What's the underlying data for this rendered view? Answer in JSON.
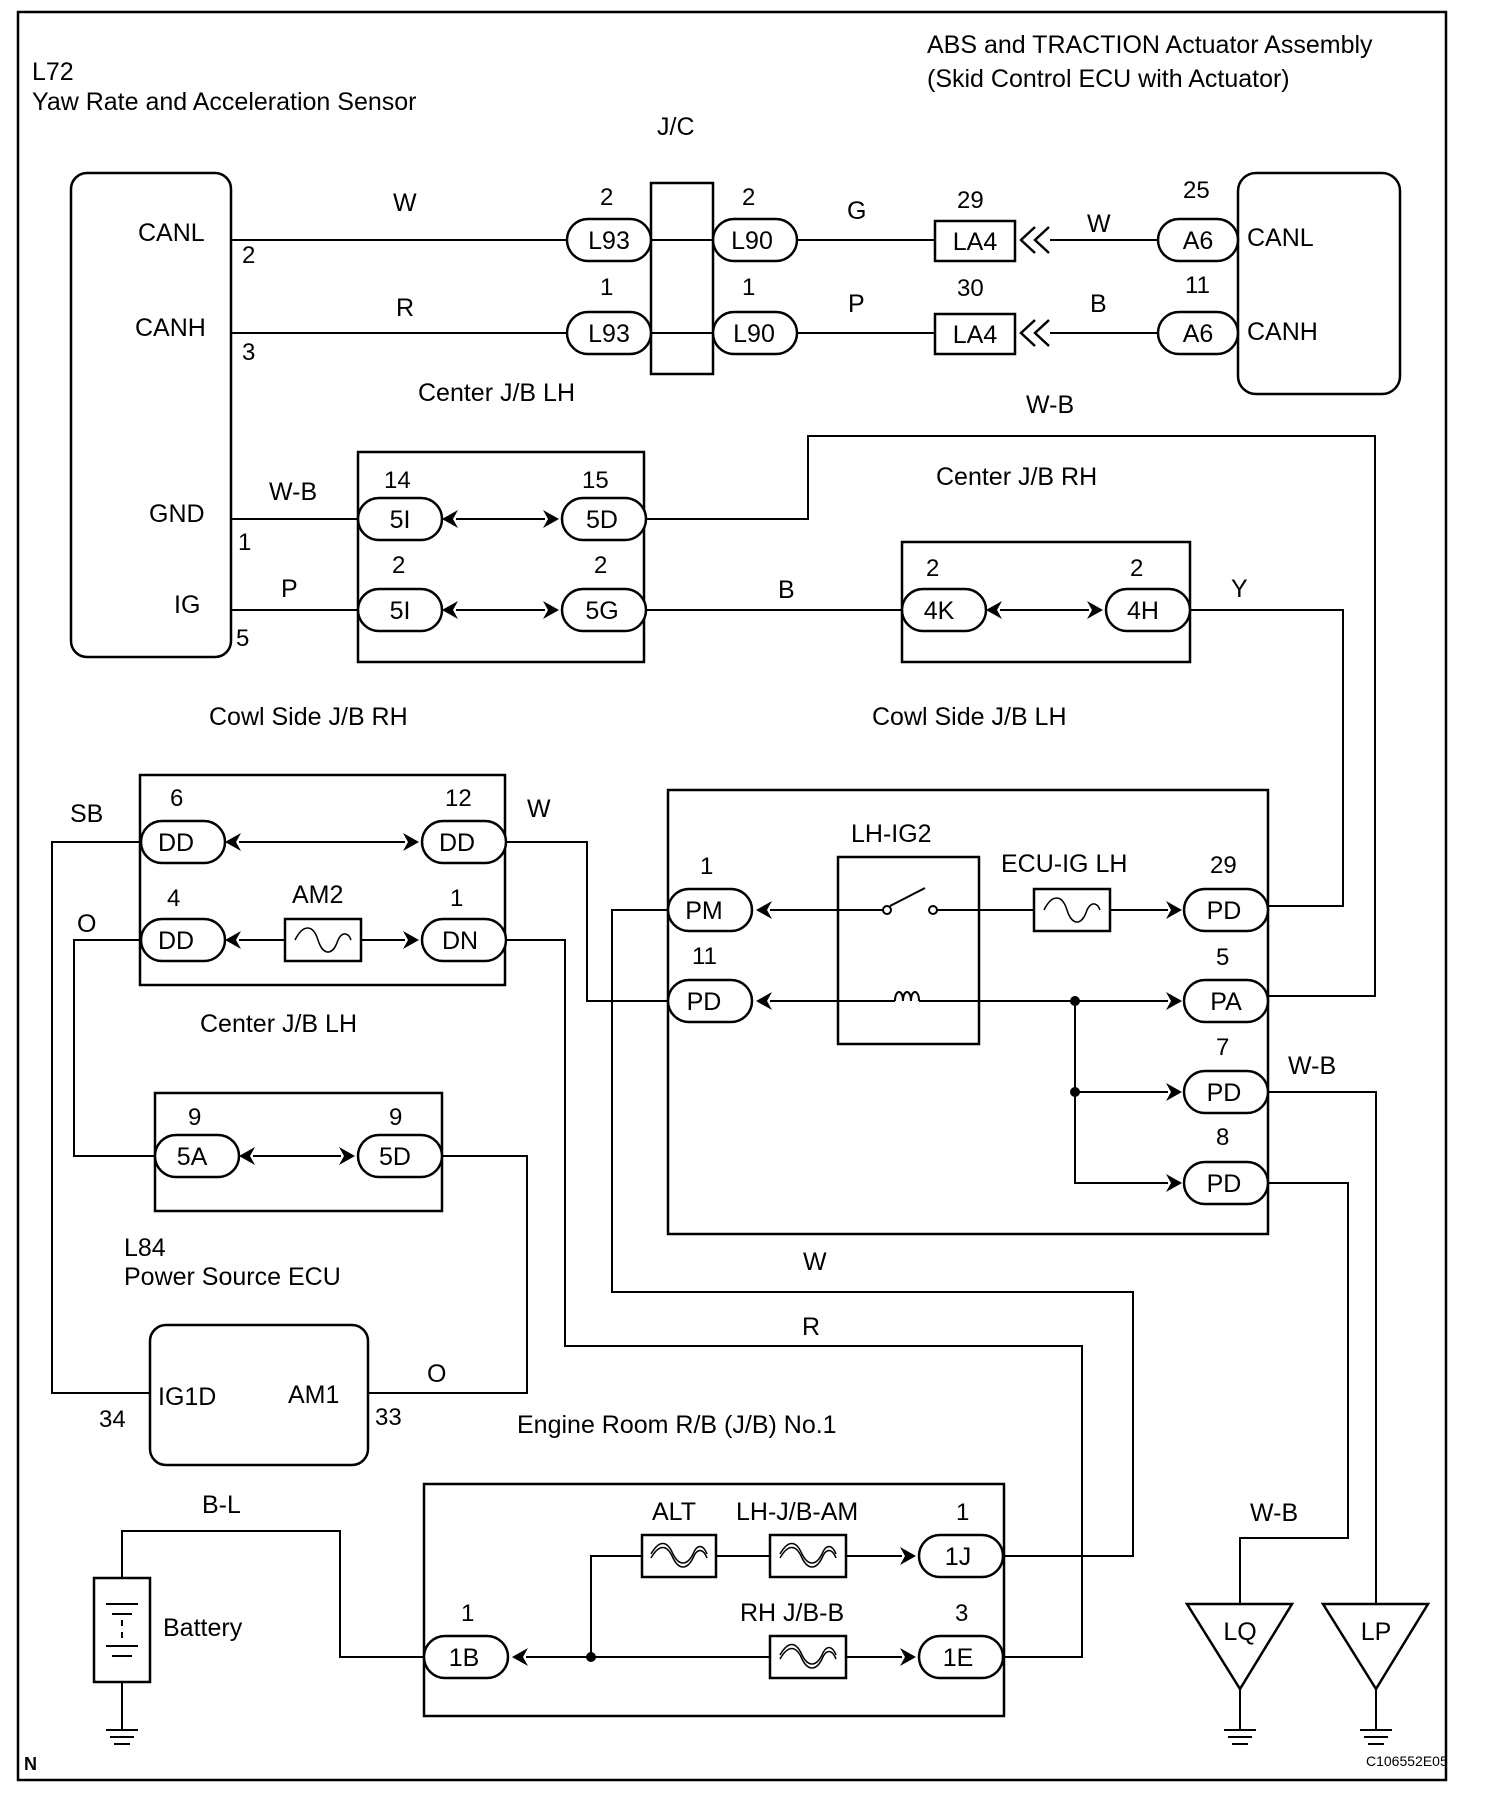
{
  "components": {
    "yaw_sensor": {
      "code": "L72",
      "name": "Yaw Rate and Acceleration Sensor",
      "terminals": [
        "CANL",
        "CANH",
        "GND",
        "IG"
      ],
      "pins": [
        "2",
        "3",
        "1",
        "5"
      ]
    },
    "abs_actuator": {
      "line1": "ABS and TRACTION Actuator Assembly",
      "line2": "(Skid Control ECU with Actuator)",
      "terminals": [
        "CANL",
        "CANH"
      ]
    },
    "jc": {
      "label": "J/C"
    },
    "power_ecu": {
      "code": "L84",
      "name": "Power Source ECU",
      "terminals": [
        "IG1D",
        "AM1"
      ],
      "pins": [
        "34",
        "33"
      ]
    },
    "battery": {
      "label": "Battery"
    },
    "relay": {
      "label": "LH-IG2"
    }
  },
  "connectors": {
    "L93": "L93",
    "L90": "L90",
    "LA4": "LA4",
    "A6": "A6",
    "5I": "5I",
    "5D": "5D",
    "5G": "5G",
    "4K": "4K",
    "4H": "4H",
    "DD": "DD",
    "DN": "DN",
    "5A": "5A",
    "PM": "PM",
    "PD": "PD",
    "PA": "PA",
    "1J": "1J",
    "1B": "1B",
    "1E": "1E",
    "LQ": "LQ",
    "LP": "LP"
  },
  "pins": {
    "L93_canl": "2",
    "L93_canh": "1",
    "L90_canl": "2",
    "L90_canh": "1",
    "LA4_canl": "29",
    "LA4_canh": "30",
    "A6_canl": "25",
    "A6_canh": "11",
    "j5I_gnd": "14",
    "j5D_gnd": "15",
    "j5I_ig": "2",
    "j5G_ig": "2",
    "j4K": "2",
    "j4H": "2",
    "DD_sb": "6",
    "DD_w": "12",
    "DD_o": "4",
    "DN": "1",
    "j5A": "9",
    "j5D_o": "9",
    "PM": "1",
    "PD_relay": "11",
    "PD_out": "29",
    "PA": "5",
    "PD_7": "7",
    "PD_8": "8",
    "j1J": "1",
    "j1B": "1",
    "j1E": "3"
  },
  "junction_blocks": {
    "center_lh_top": "Center J/B LH",
    "center_rh": "Center J/B RH",
    "cowl_rh": "Cowl Side J/B RH",
    "cowl_lh": "Cowl Side J/B LH",
    "center_lh_mid": "Center J/B LH",
    "engine_room": "Engine Room R/B (J/B) No.1"
  },
  "fuses": {
    "am2": "AM2",
    "ecu_ig_lh": "ECU-IG LH",
    "alt": "ALT",
    "lh_jb_am": "LH-J/B-AM",
    "rh_jb_b": "RH J/B-B"
  },
  "wire_colors": {
    "canl_left": "W",
    "canh_left": "R",
    "canl_mid": "G",
    "canh_mid": "P",
    "canl_right": "W",
    "canh_right": "B",
    "gnd": "W-B",
    "ig": "P",
    "w_b_top": "W-B",
    "b_mid": "B",
    "y": "Y",
    "sb": "SB",
    "w_dd": "W",
    "o_dd": "O",
    "o_am1": "O",
    "w_low": "W",
    "r_low": "R",
    "w_b_pd": "W-B",
    "w_b_lq": "W-B",
    "b_l": "B-L"
  },
  "corner": {
    "left": "N",
    "right": "C106552E05"
  }
}
